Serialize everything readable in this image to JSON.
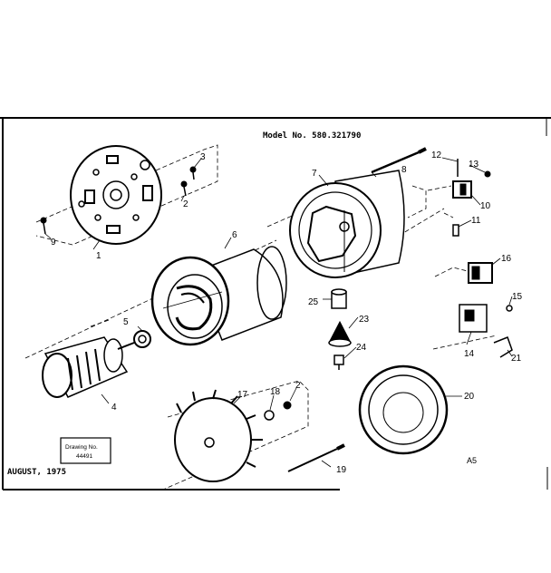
{
  "header": {
    "model_text": "Model No. 580.321790"
  },
  "footer": {
    "date_text": "AUGUST, 1975",
    "sheet_code": "A5"
  },
  "drawing_box": {
    "line1": "Drawing No.",
    "line2": "44491"
  },
  "callouts": {
    "c1": "1",
    "c2a": "2",
    "c2b": "2",
    "c3": "3",
    "c4": "4",
    "c5": "5",
    "c6": "6",
    "c7": "7",
    "c8": "8",
    "c9": "9",
    "c10": "10",
    "c11": "11",
    "c12": "12",
    "c13": "13",
    "c14": "14",
    "c15": "15",
    "c16": "16",
    "c17": "17",
    "c18": "18",
    "c19": "19",
    "c20": "20",
    "c21": "21",
    "c23": "23",
    "c24": "24",
    "c25": "25"
  }
}
